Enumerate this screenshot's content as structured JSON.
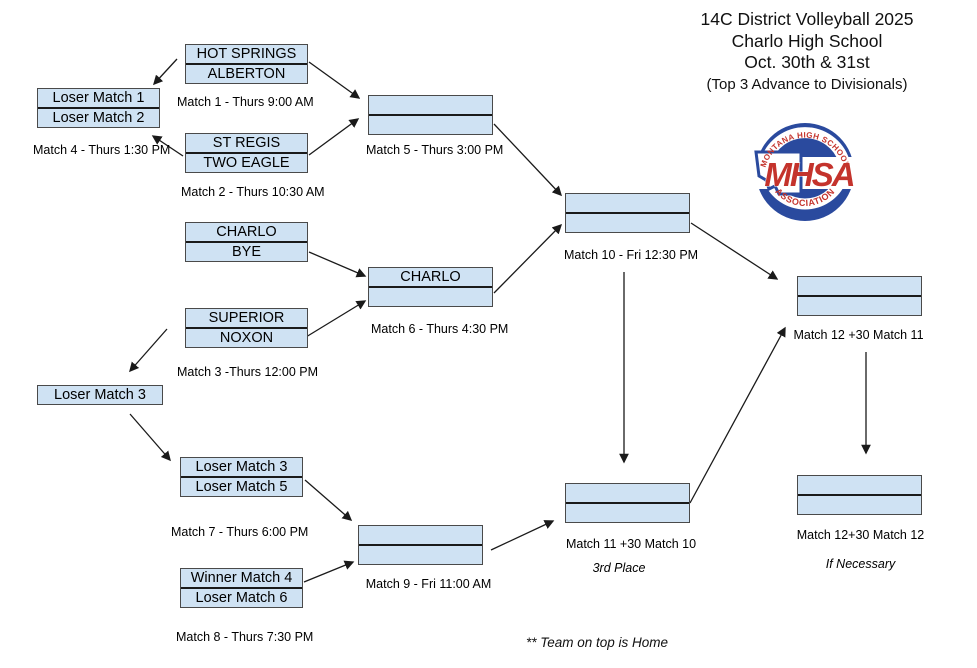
{
  "title": {
    "line1": "14C District Volleyball 2025",
    "line2": "Charlo High School",
    "line3": "Oct. 30th & 31st",
    "line4": "(Top 3 Advance to Divisionals)"
  },
  "logo": {
    "top_text": "MONTANA HIGH SCHOOL",
    "main_text": "MHSA",
    "bottom_text": "ASSOCIATION",
    "blue": "#2a4a9e",
    "red": "#c4332c"
  },
  "bracket": {
    "boxes": [
      {
        "id": "match1-teams",
        "top": "HOT SPRINGS",
        "bottom": "ALBERTON",
        "label": "Match 1 - Thurs 9:00 AM"
      },
      {
        "id": "match4-teams",
        "top": "Loser Match 1",
        "bottom": "Loser Match 2",
        "label": "Match 4 - Thurs 1:30 PM"
      },
      {
        "id": "match2-teams",
        "top": "ST REGIS",
        "bottom": "TWO EAGLE",
        "label": "Match 2 - Thurs 10:30 AM"
      },
      {
        "id": "charlo-bye",
        "top": "CHARLO",
        "bottom": "BYE",
        "label": ""
      },
      {
        "id": "match3-teams",
        "top": "SUPERIOR",
        "bottom": "NOXON",
        "label": "Match 3 -Thurs 12:00 PM"
      },
      {
        "id": "loser-match-3",
        "top": "Loser Match 3",
        "label": ""
      },
      {
        "id": "match7-teams",
        "top": "Loser Match 3",
        "bottom": "Loser Match 5",
        "label": "Match 7 - Thurs 6:00 PM"
      },
      {
        "id": "match8-teams",
        "top": "Winner Match 4",
        "bottom": "Loser Match 6",
        "label": "Match 8 - Thurs 7:30 PM"
      },
      {
        "id": "match5-winner",
        "top": "",
        "bottom": "",
        "label": "Match 5 - Thurs 3:00 PM"
      },
      {
        "id": "match6-winner",
        "top": "CHARLO",
        "bottom": "",
        "label": "Match 6 - Thurs 4:30 PM"
      },
      {
        "id": "match10-slot",
        "top": "",
        "bottom": "",
        "label": "Match 10 - Fri 12:30 PM"
      },
      {
        "id": "match9-slot",
        "top": "",
        "bottom": "",
        "label": "Match 9 - Fri 11:00 AM"
      },
      {
        "id": "match11-slot",
        "top": "",
        "bottom": "",
        "label": "Match 11 +30 Match 10",
        "sublabel": "3rd Place"
      },
      {
        "id": "match12-slot",
        "top": "",
        "bottom": "",
        "label": "Match 12 +30 Match 11"
      },
      {
        "id": "if-necessary-slot",
        "top": "",
        "bottom": "",
        "label": "Match 12+30 Match 12",
        "sublabel": "If Necessary"
      }
    ],
    "footnote": "** Team on top is Home",
    "connections": [
      {
        "from": "match1-teams",
        "to": "match4-teams"
      },
      {
        "from": "match1-teams",
        "to": "match5-winner"
      },
      {
        "from": "match2-teams",
        "to": "match5-winner"
      },
      {
        "from": "match2-teams",
        "to": "match4-teams"
      },
      {
        "from": "charlo-bye",
        "to": "match6-winner"
      },
      {
        "from": "match3-teams",
        "to": "match6-winner"
      },
      {
        "from": "match3-teams",
        "to": "loser-match-3"
      },
      {
        "from": "loser-match-3",
        "to": "match7-teams"
      },
      {
        "from": "match7-teams",
        "to": "match9-slot"
      },
      {
        "from": "match8-teams",
        "to": "match9-slot"
      },
      {
        "from": "match5-winner",
        "to": "match10-slot"
      },
      {
        "from": "match6-winner",
        "to": "match10-slot"
      },
      {
        "from": "match10-slot",
        "to": "match12-slot"
      },
      {
        "from": "match10-slot",
        "to": "match11-slot"
      },
      {
        "from": "match9-slot",
        "to": "match11-slot"
      },
      {
        "from": "match11-slot",
        "to": "match12-slot"
      },
      {
        "from": "match12-slot",
        "to": "if-necessary-slot"
      }
    ]
  },
  "colors": {
    "box_fill": "#cfe2f3",
    "box_border": "#4a4a4a",
    "divider": "#1a1a1a",
    "arrow": "#1a1a1a",
    "text": "#000000"
  }
}
